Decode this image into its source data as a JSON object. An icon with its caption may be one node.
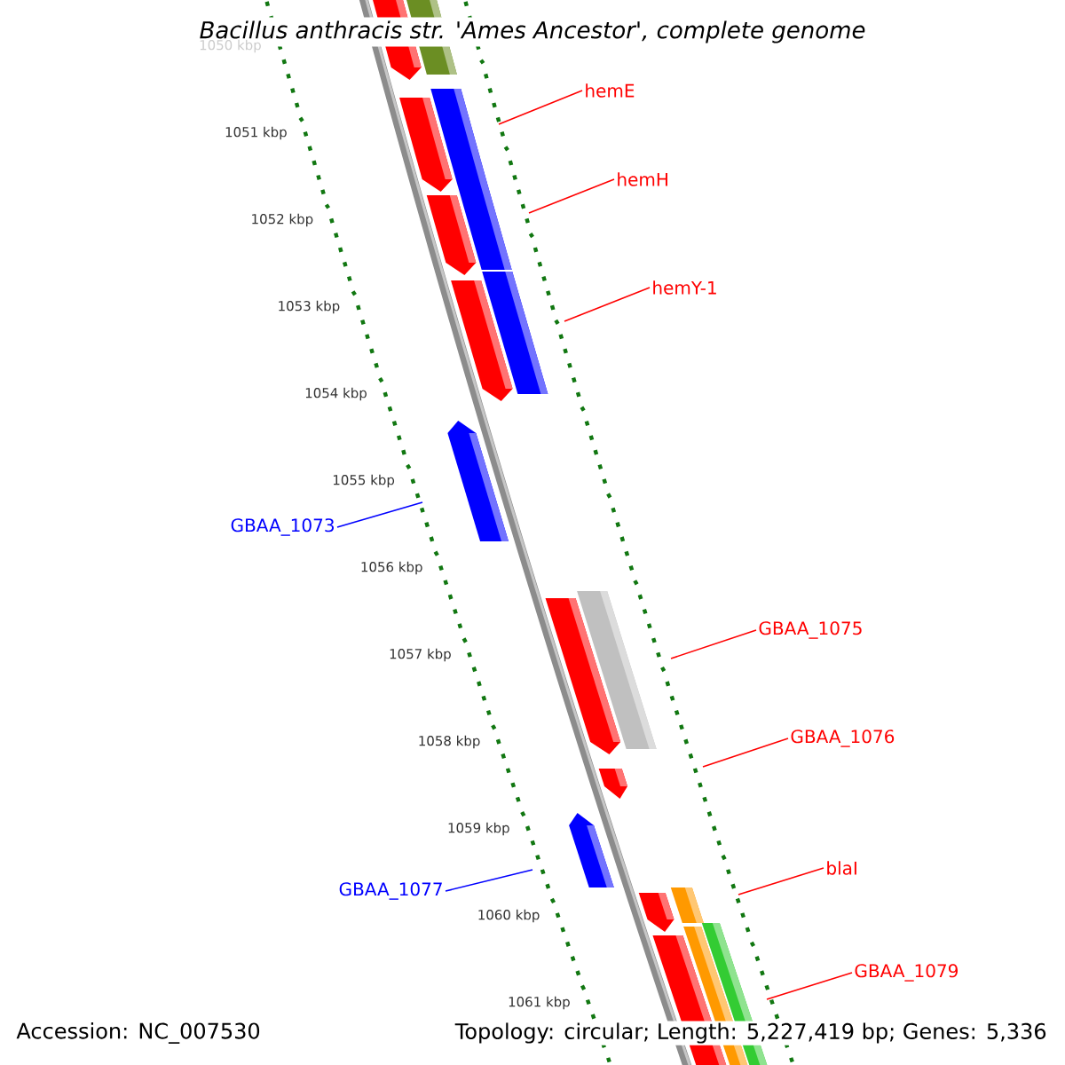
{
  "diagram": {
    "title": "Bacillus anthracis str. 'Ames Ancestor', complete genome",
    "nodes": [
      {
        "text": [
          "hemE"
        ]
      },
      {
        "text": [
          "hemH"
        ]
      },
      {
        "text": [
          "hemY-1"
        ]
      },
      {
        "text": [
          "GBAA_1073"
        ]
      },
      {
        "text": [
          "GBAA_1075"
        ]
      },
      {
        "text": [
          "GBAA_1076"
        ]
      },
      {
        "text": [
          "blaI"
        ]
      },
      {
        "text": [
          "GBAA_1077"
        ]
      },
      {
        "text": [
          "GBAA_1079"
        ]
      }
    ],
    "edges": [
      {
        "from": 0,
        "to": null,
        "arrow": "none"
      },
      {
        "from": 1,
        "to": null,
        "arrow": "none"
      },
      {
        "from": 2,
        "to": null,
        "arrow": "none"
      },
      {
        "from": 3,
        "to": null,
        "arrow": "none",
        "color": "#0000ff"
      },
      {
        "from": 4,
        "to": null,
        "arrow": "none"
      },
      {
        "from": 5,
        "to": null,
        "arrow": "none"
      },
      {
        "from": 6,
        "to": null,
        "arrow": "none"
      },
      {
        "from": 7,
        "to": null,
        "arrow": "none",
        "color": "#0000ff"
      },
      {
        "from": 8,
        "to": null,
        "arrow": "none"
      }
    ],
    "labels": [
      "1050 kbp",
      "1051 kbp",
      "1052 kbp",
      "1053 kbp",
      "1054 kbp",
      "1055 kbp",
      "1056 kbp",
      "1057 kbp",
      "1058 kbp",
      "1059 kbp",
      "1060 kbp",
      "1061 kbp",
      "Accession: NC_007530",
      "Topology: circular; Length: 5,227,419 bp; Genes: 5,336"
    ]
  }
}
